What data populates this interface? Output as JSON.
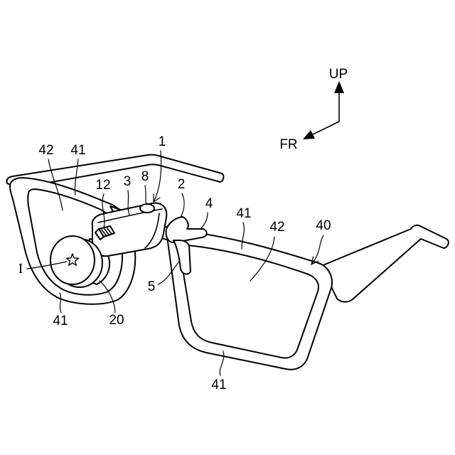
{
  "directions": {
    "up": "UP",
    "front": "FR"
  },
  "numerals": [
    "42",
    "41",
    "1",
    "12",
    "3",
    "8",
    "2",
    "4",
    "41",
    "42",
    "40",
    "I",
    "5",
    "41",
    "20",
    "41"
  ]
}
